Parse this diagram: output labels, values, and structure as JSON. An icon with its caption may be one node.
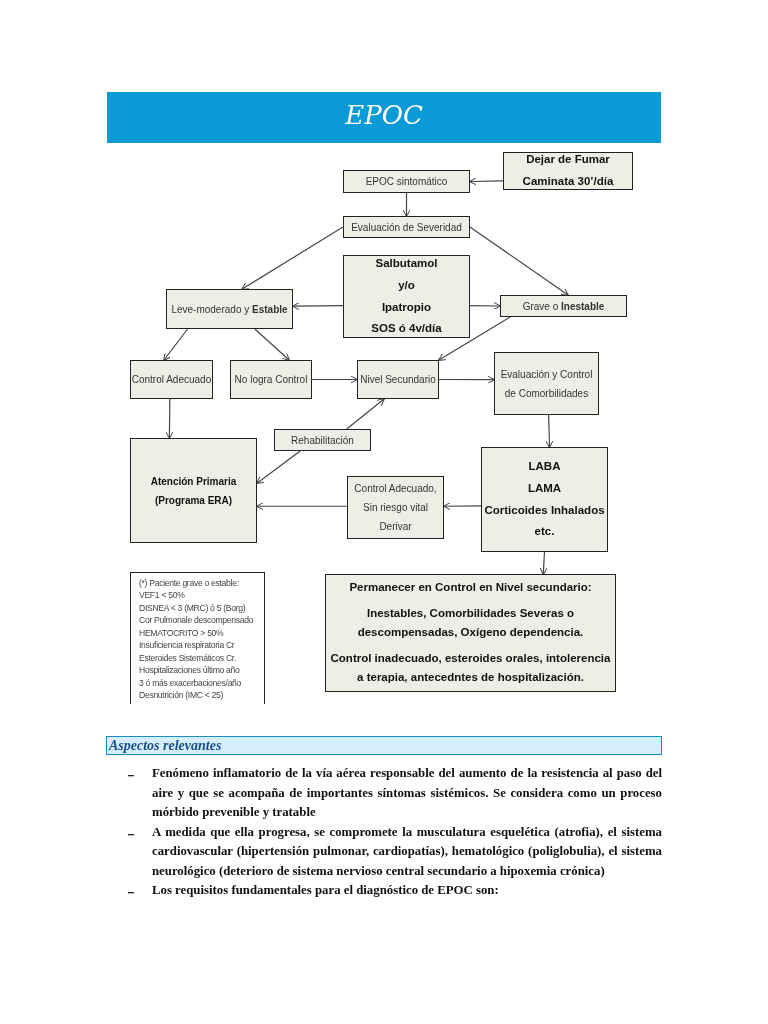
{
  "diagram": {
    "title": "EPOC",
    "nodes": [
      {
        "text": [
          "Dejar de Fumar",
          "Caminata 30’/día"
        ]
      },
      {
        "text": [
          "EPOC sintomático"
        ]
      },
      {
        "text": [
          "Evaluación de Severidad"
        ]
      },
      {
        "text": [
          "Salbutamol",
          "y/o",
          "Ipatropio",
          "SOS ó 4v/día"
        ]
      },
      {
        "text": [
          "Leve-moderado y **Estable**"
        ]
      },
      {
        "text": [
          "Grave o **Inestable**"
        ]
      },
      {
        "text": [
          "Control Adecuado"
        ]
      },
      {
        "text": [
          "No logra Control"
        ]
      },
      {
        "text": [
          "Nivel Secundario"
        ]
      },
      {
        "text": [
          "Evaluación y Control de Comorbilidades"
        ]
      },
      {
        "text": [
          "Rehabilitación"
        ]
      },
      {
        "text": [
          "Atención Primaria (Programa ERA)"
        ]
      },
      {
        "text": [
          "Control Adecuado, Sin riesgo vital Derivar"
        ]
      },
      {
        "text": [
          "LABA",
          "LAMA",
          "Corticoides Inhalados etc."
        ]
      },
      {
        "text": [
          "Permanecer en Control en Nivel secundario:",
          "Inestables, Comorbilidades Severas o descompensadas, Oxígeno dependencia.",
          "Control inadecuado, esteroides orales, intolerencia a terapia, antecedntes de hospitalización."
        ]
      },
      {
        "text": [
          "(*) Paciente grave o estable:",
          "VEF1 < 50%",
          "DISNEA < 3 (MRC) ó 5 (Borg)",
          "Cor Pulmonale descompensado",
          "HEMATOCRITO > 50%",
          "Insuficiencia respiratoria Cr",
          "Esteroides Sistemáticos Cr.",
          "Hospitalizaciones último año",
          "3 ó más exacerbaciones/año",
          "Desnutrición (IMC < 25)"
        ]
      }
    ],
    "edges": [
      {
        "from": 0,
        "to": 1,
        "arrow": "to"
      },
      {
        "from": 1,
        "to": 2,
        "arrow": "to"
      },
      {
        "from": 2,
        "to": 4,
        "arrow": "to"
      },
      {
        "from": 2,
        "to": 5,
        "arrow": "to"
      },
      {
        "from": 3,
        "to": 4,
        "arrow": "to"
      },
      {
        "from": 3,
        "to": 5,
        "arrow": "to"
      },
      {
        "from": 4,
        "to": 6,
        "arrow": "to"
      },
      {
        "from": 4,
        "to": 7,
        "arrow": "to"
      },
      {
        "from": 5,
        "to": 8,
        "arrow": "to"
      },
      {
        "from": 7,
        "to": 8,
        "arrow": "to"
      },
      {
        "from": 8,
        "to": 9,
        "arrow": "to"
      },
      {
        "from": 6,
        "to": 11,
        "arrow": "to"
      },
      {
        "from": 9,
        "to": 13,
        "arrow": "to"
      },
      {
        "from": 13,
        "to": 12,
        "arrow": "to"
      },
      {
        "from": 12,
        "to": 11,
        "arrow": "to"
      },
      {
        "from": 10,
        "to": 8,
        "arrow": "to"
      },
      {
        "from": 10,
        "to": 11,
        "arrow": "to"
      },
      {
        "from": 13,
        "to": 14,
        "arrow": "to"
      }
    ],
    "labels": [
      "Aspectos relevantes",
      "Fenómeno inflamatorio de la vía aérea responsable del aumento de la resistencia al paso del aire y que se acompaña de importantes síntomas sistémicos. Se considera como un proceso mórbido prevenible y tratable",
      "A medida que ella progresa, se compromete la musculatura esquelética (atrofia), el sistema cardiovascular (hipertensión pulmonar, cardiopatías), hematológico (poliglobulia), el sistema neurológico (deterioro de sistema nervioso central secundario a hipoxemia crónica)",
      "Los requisitos fundamentales para el diagnóstico de EPOC son:"
    ]
  }
}
